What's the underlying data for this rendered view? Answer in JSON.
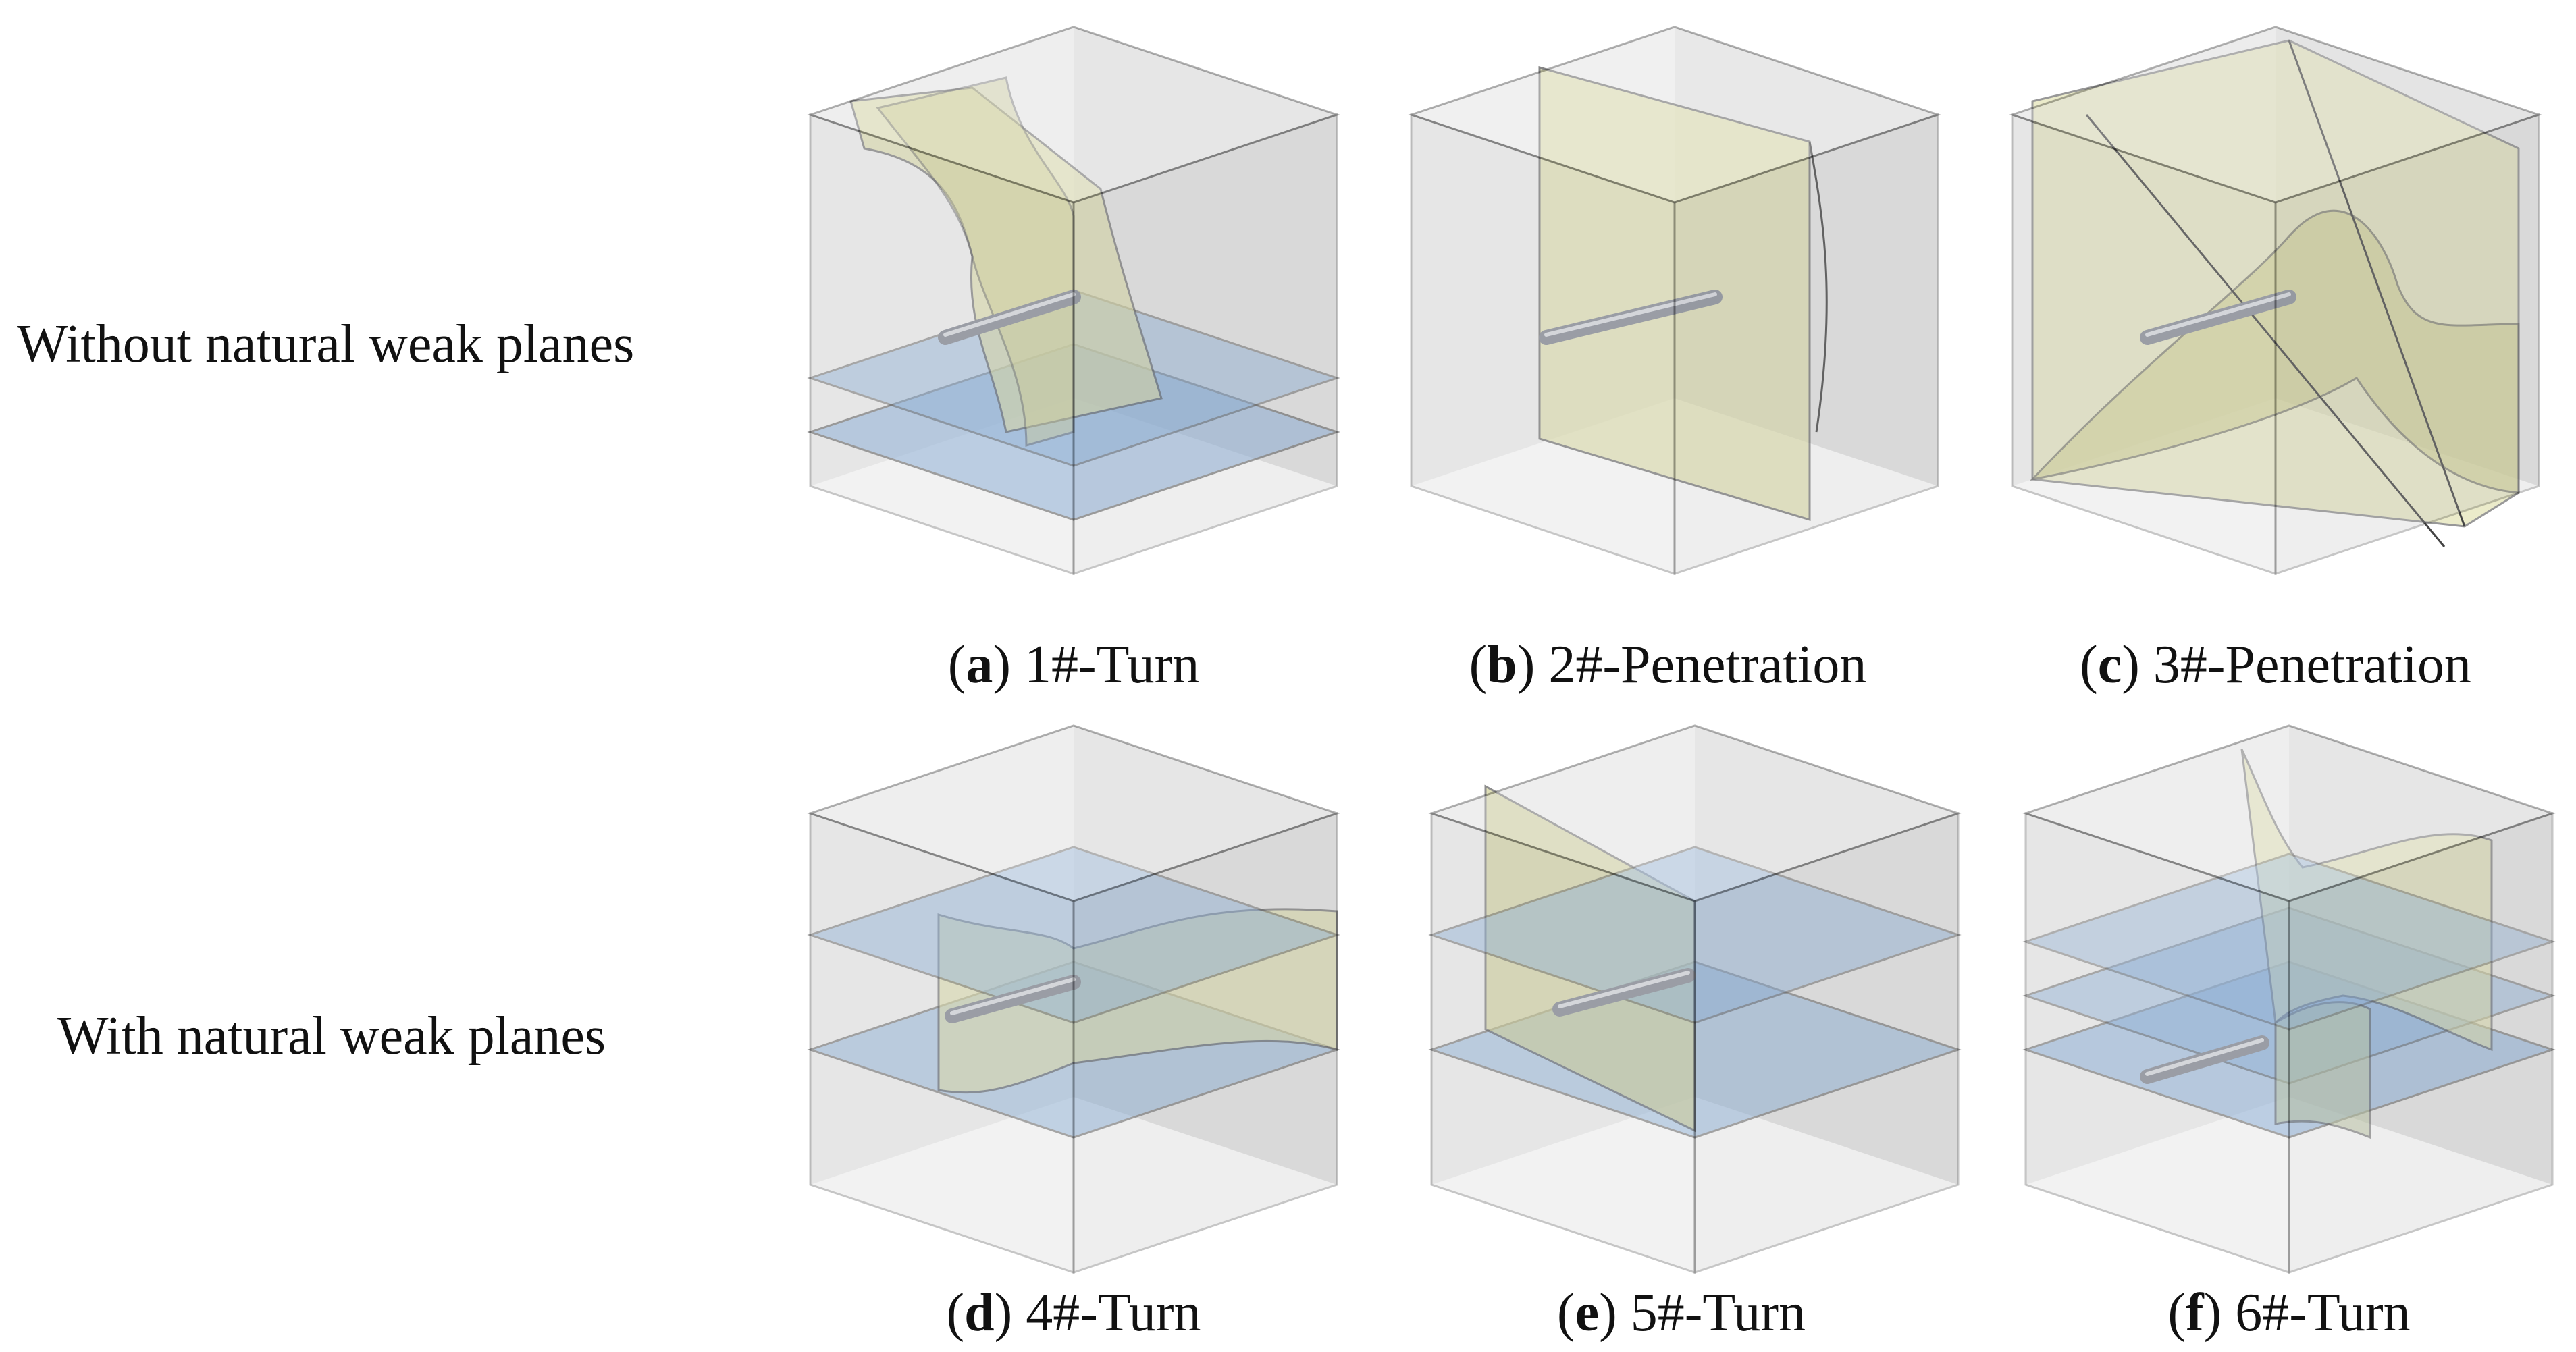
{
  "row_labels": {
    "top": "Without natural weak planes",
    "bottom": "With natural weak planes"
  },
  "panels": [
    {
      "letter": "a",
      "text": "1#-Turn"
    },
    {
      "letter": "b",
      "text": "2#-Penetration"
    },
    {
      "letter": "c",
      "text": "3#-Penetration"
    },
    {
      "letter": "d",
      "text": "4#-Turn"
    },
    {
      "letter": "e",
      "text": "5#-Turn"
    },
    {
      "letter": "f",
      "text": "6#-Turn"
    }
  ],
  "colors": {
    "cube_face": "#d9d9d9",
    "cube_edge": "#222222",
    "weak_plane": "#7aa6d8",
    "fracture": "#dcdca0",
    "wellbore": "#a9aeb8"
  }
}
